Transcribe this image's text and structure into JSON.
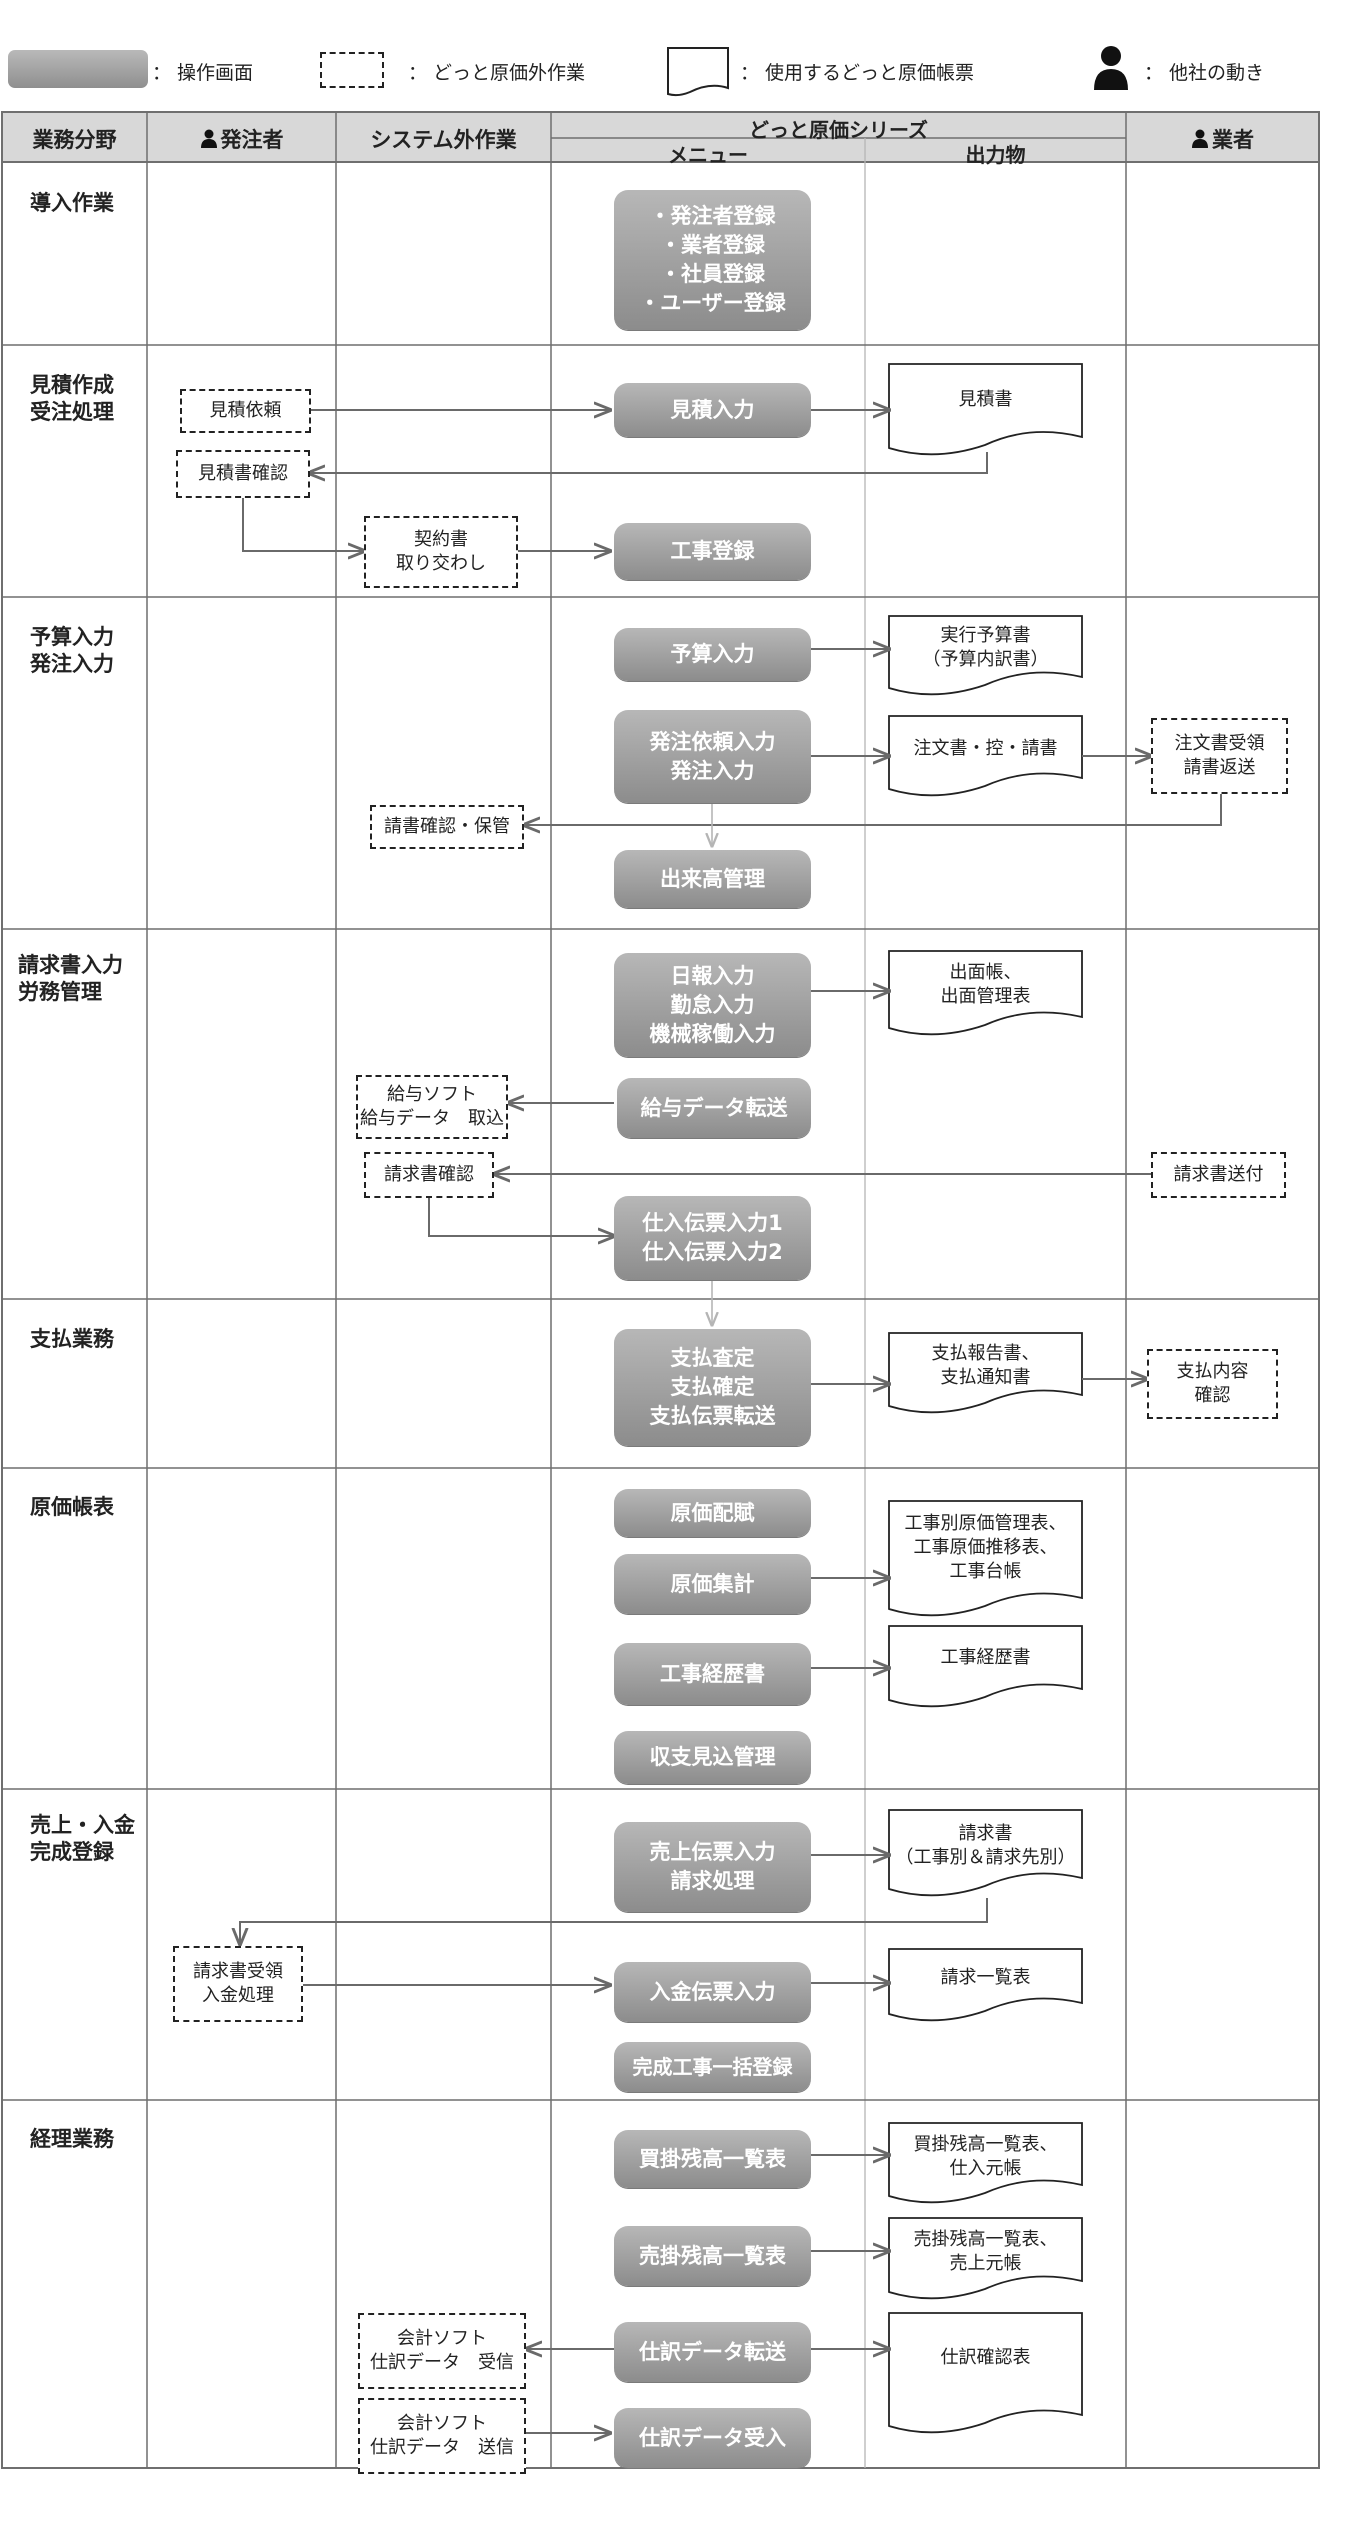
{
  "legend": {
    "operation": "： 操作画面",
    "external": "： どっと原価外作業",
    "document": "： 使用するどっと原価帳票",
    "other": "： 他社の動き"
  },
  "header": {
    "col_business": "業務分野",
    "col_orderer": "発注者",
    "col_external": "システム外作業",
    "col_series": "どっと原価シリーズ",
    "col_menu": "メニュー",
    "col_output": "出力物",
    "col_vendor": "業者"
  },
  "sections": {
    "intro": "導入作業",
    "estimate": "見積作成\n受注処理",
    "budget": "予算入力\n発注入力",
    "invoice": "請求書入力\n労務管理",
    "payment": "支払業務",
    "cost": "原価帳表",
    "sales": "売上・入金\n完成登録",
    "accounting": "経理業務"
  },
  "operations": {
    "registration": "・発注者登録\n・業者登録\n・社員登録\n・ユーザー登録",
    "estimate_input": "見積入力",
    "project_registration": "工事登録",
    "budget_input": "予算入力",
    "order_input": "発注依頼入力\n発注入力",
    "progress": "出来高管理",
    "daily_report": "日報入力\n勤怠入力\n機械稼働入力",
    "salary_transfer": "給与データ転送",
    "purchase_slip": "仕入伝票入力1\n仕入伝票入力2",
    "payment_assessment": "支払査定\n支払確定\n支払伝票転送",
    "cost_allocation": "原価配賦",
    "cost_summary": "原価集計",
    "project_history": "工事経歴書",
    "balance_forecast": "収支見込管理",
    "sales_slip": "売上伝票入力\n請求処理",
    "receipt_slip": "入金伝票入力",
    "completion_bulk": "完成工事一括登録",
    "payable_balance": "買掛残高一覧表",
    "receivable_balance": "売掛残高一覧表",
    "journal_transfer": "仕訳データ転送",
    "journal_receive": "仕訳データ受入"
  },
  "external_tasks": {
    "estimate_request": "見積依頼",
    "estimate_confirm": "見積書確認",
    "contract": "契約書\n取り交わし",
    "ack_confirm": "請書確認・保管",
    "salary_soft": "給与ソフト\n給与データ　取込",
    "invoice_confirm": "請求書確認",
    "invoice_receive": "請求書受領\n入金処理",
    "accounting_receive": "会計ソフト\n仕訳データ　受信",
    "accounting_send": "会計ソフト\n仕訳データ　送信"
  },
  "documents": {
    "estimate": "見積書",
    "budget": "実行予算書\n（予算内訳書）",
    "order": "注文書・控・請書",
    "attendance": "出面帳、\n出面管理表",
    "payment_report": "支払報告書、\n支払通知書",
    "cost_tables": "工事別原価管理表、\n工事原価推移表、\n工事台帳",
    "project_history": "工事経歴書",
    "invoice": "請求書\n（工事別＆請求先別）",
    "invoice_list": "請求一覧表",
    "payable": "買掛残高一覧表、\n仕入元帳",
    "receivable": "売掛残高一覧表、\n売上元帳",
    "journal_check": "仕訳確認表"
  },
  "vendor_tasks": {
    "order_ack": "注文書受領\n請書返送",
    "invoice_send": "請求書送付",
    "payment_check": "支払内容\n確認"
  },
  "colors": {
    "grid": "#6f6f6f",
    "header_bg": "#d8d8d8",
    "operation": "#9d9d9d",
    "arrow": "#6a6a6a"
  }
}
